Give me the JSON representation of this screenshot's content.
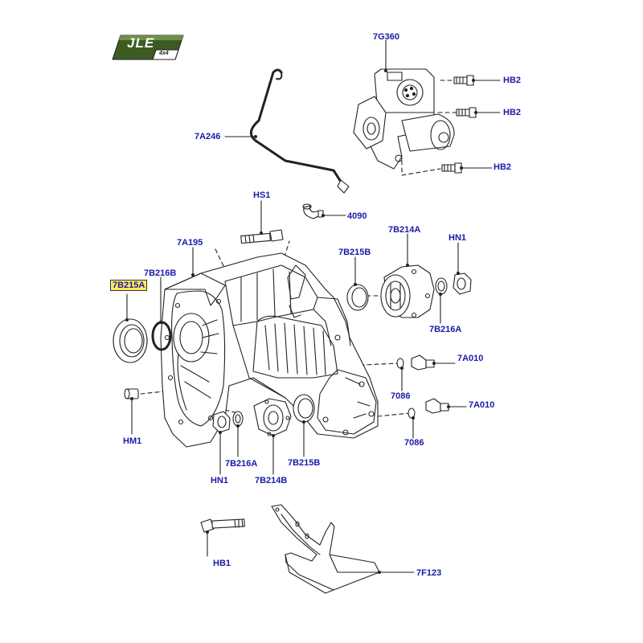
{
  "logo": {
    "main": "JLE",
    "sub": "4x4"
  },
  "accent_color": "#1a1aa8",
  "highlight_color": "#ffe95a",
  "callouts": {
    "c7G360": "7G360",
    "hb2_a": "HB2",
    "hb2_b": "HB2",
    "hb2_c": "HB2",
    "c7A246": "7A246",
    "hs1": "HS1",
    "c4090": "4090",
    "c7A195": "7A195",
    "c7B214A": "7B214A",
    "hn1_top": "HN1",
    "c7B215B_top": "7B215B",
    "c7B216B": "7B216B",
    "c7B215A": "7B215A",
    "c7B216A_top": "7B216A",
    "c7A010_a": "7A010",
    "c7A010_b": "7A010",
    "c7086_a": "7086",
    "c7086_b": "7086",
    "hm1": "HM1",
    "c7B216A_bot": "7B216A",
    "hn1_bot": "HN1",
    "c7B214B": "7B214B",
    "c7B215B_bot": "7B215B",
    "hb1": "HB1",
    "c7F123": "7F123"
  }
}
